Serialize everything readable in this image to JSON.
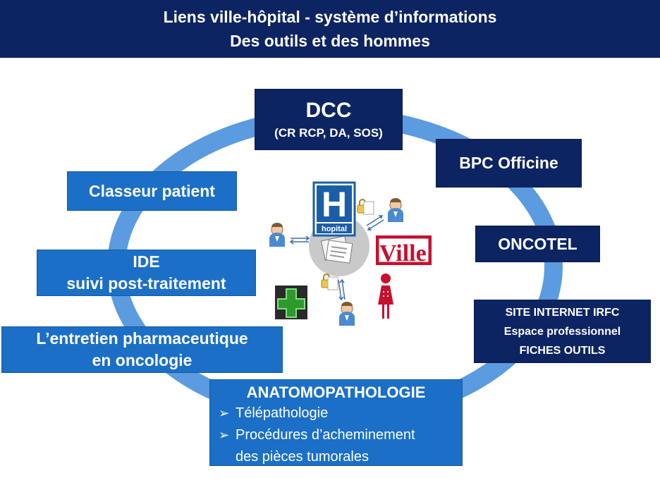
{
  "header": {
    "line1": "Liens ville-hôpital  - système d’informations",
    "line2": "Des outils et des hommes"
  },
  "colors": {
    "navy": "#0d2462",
    "blue": "#1b6fc6",
    "ring": "#5b9be0",
    "red": "#c8102e",
    "green": "#2e9a2e"
  },
  "boxes": {
    "dcc": {
      "title": "DCC",
      "subtitle": "(CR RCP, DA, SOS)"
    },
    "bpc": {
      "label": "BPC Officine"
    },
    "classeur": {
      "label": "Classeur patient"
    },
    "oncotel": {
      "label": "ONCOTEL"
    },
    "ide": {
      "line1": "IDE",
      "line2": "suivi post-traitement"
    },
    "site": {
      "line1": "SITE INTERNET IRFC",
      "line2": "Espace professionnel",
      "line3": "FICHES OUTILS"
    },
    "entretien": {
      "line1": "L’entretien pharmaceutique",
      "line2": "en oncologie"
    },
    "anato": {
      "title": "ANATOMOPATHOLOGIE",
      "items": [
        "Télépathologie",
        "Procédures d’acheminement",
        "des pièces tumorales"
      ]
    }
  },
  "hub": {
    "hospital_letter": "H",
    "hospital_label": "hopital",
    "ville_label": "Ville",
    "icons": [
      "hospital-icon",
      "document-icon",
      "doctor-icon",
      "lock-icon",
      "pharmacy-cross-icon",
      "nurse-icon"
    ]
  }
}
